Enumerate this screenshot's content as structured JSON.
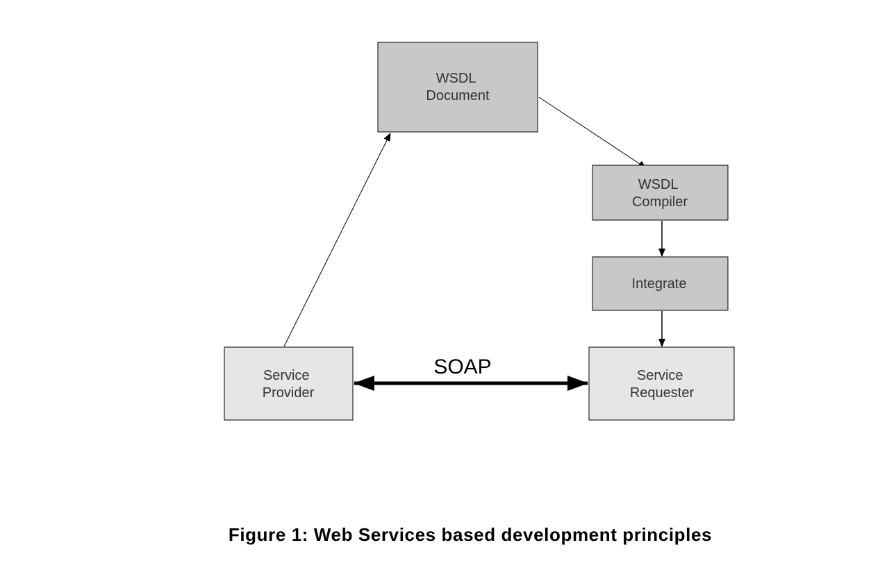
{
  "colors": {
    "node_dark": "#c8c8c8",
    "node_light": "#e6e6e6",
    "stroke": "#000000",
    "label": "#333333"
  },
  "nodes": {
    "wsdl_document": {
      "lines": [
        "WSDL",
        "Document"
      ],
      "shade": "dark"
    },
    "wsdl_compiler": {
      "lines": [
        "WSDL",
        "Compiler"
      ],
      "shade": "dark"
    },
    "integrate": {
      "lines": [
        "Integrate"
      ],
      "shade": "dark"
    },
    "service_provider": {
      "lines": [
        "Service",
        "Provider"
      ],
      "shade": "light"
    },
    "service_requester": {
      "lines": [
        "Service",
        "Requester"
      ],
      "shade": "light"
    }
  },
  "edges": [
    {
      "from": "service_provider",
      "to": "wsdl_document",
      "label": ""
    },
    {
      "from": "wsdl_document",
      "to": "wsdl_compiler",
      "label": ""
    },
    {
      "from": "wsdl_compiler",
      "to": "integrate",
      "label": ""
    },
    {
      "from": "integrate",
      "to": "service_requester",
      "label": ""
    },
    {
      "from": "service_provider",
      "to": "service_requester",
      "label": "SOAP",
      "bidirectional": true
    }
  ],
  "caption": "Figure 1: Web Services based development principles"
}
